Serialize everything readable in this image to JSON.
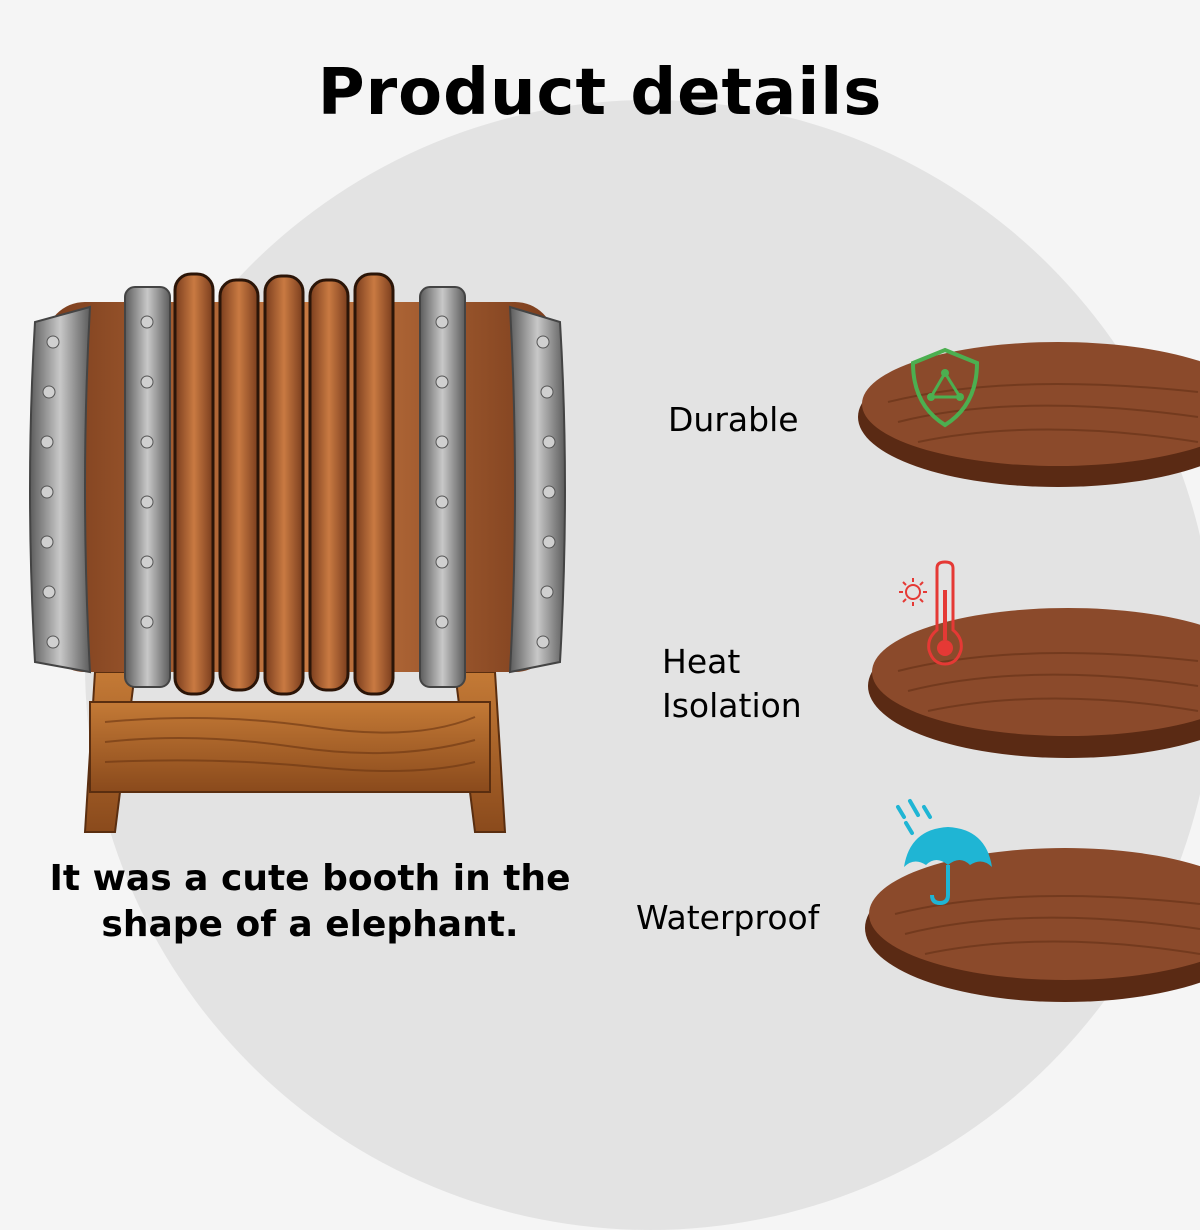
{
  "title": "Product details",
  "caption": {
    "line1": "It was a cute booth in the",
    "line2": "shape of a elephant."
  },
  "features": [
    {
      "label": "Durable",
      "icon": "shield-icon",
      "color": "#4caf50"
    },
    {
      "label_line1": "Heat",
      "label_line2": "Isolation",
      "icon": "thermometer-icon",
      "color": "#e53935"
    },
    {
      "label": "Waterproof",
      "icon": "umbrella-icon",
      "color": "#1fb5d4"
    }
  ],
  "colors": {
    "background": "#f5f5f5",
    "circle": "#e3e3e3",
    "wood": "#8b4a2b",
    "metal": "#9a9a9a"
  }
}
